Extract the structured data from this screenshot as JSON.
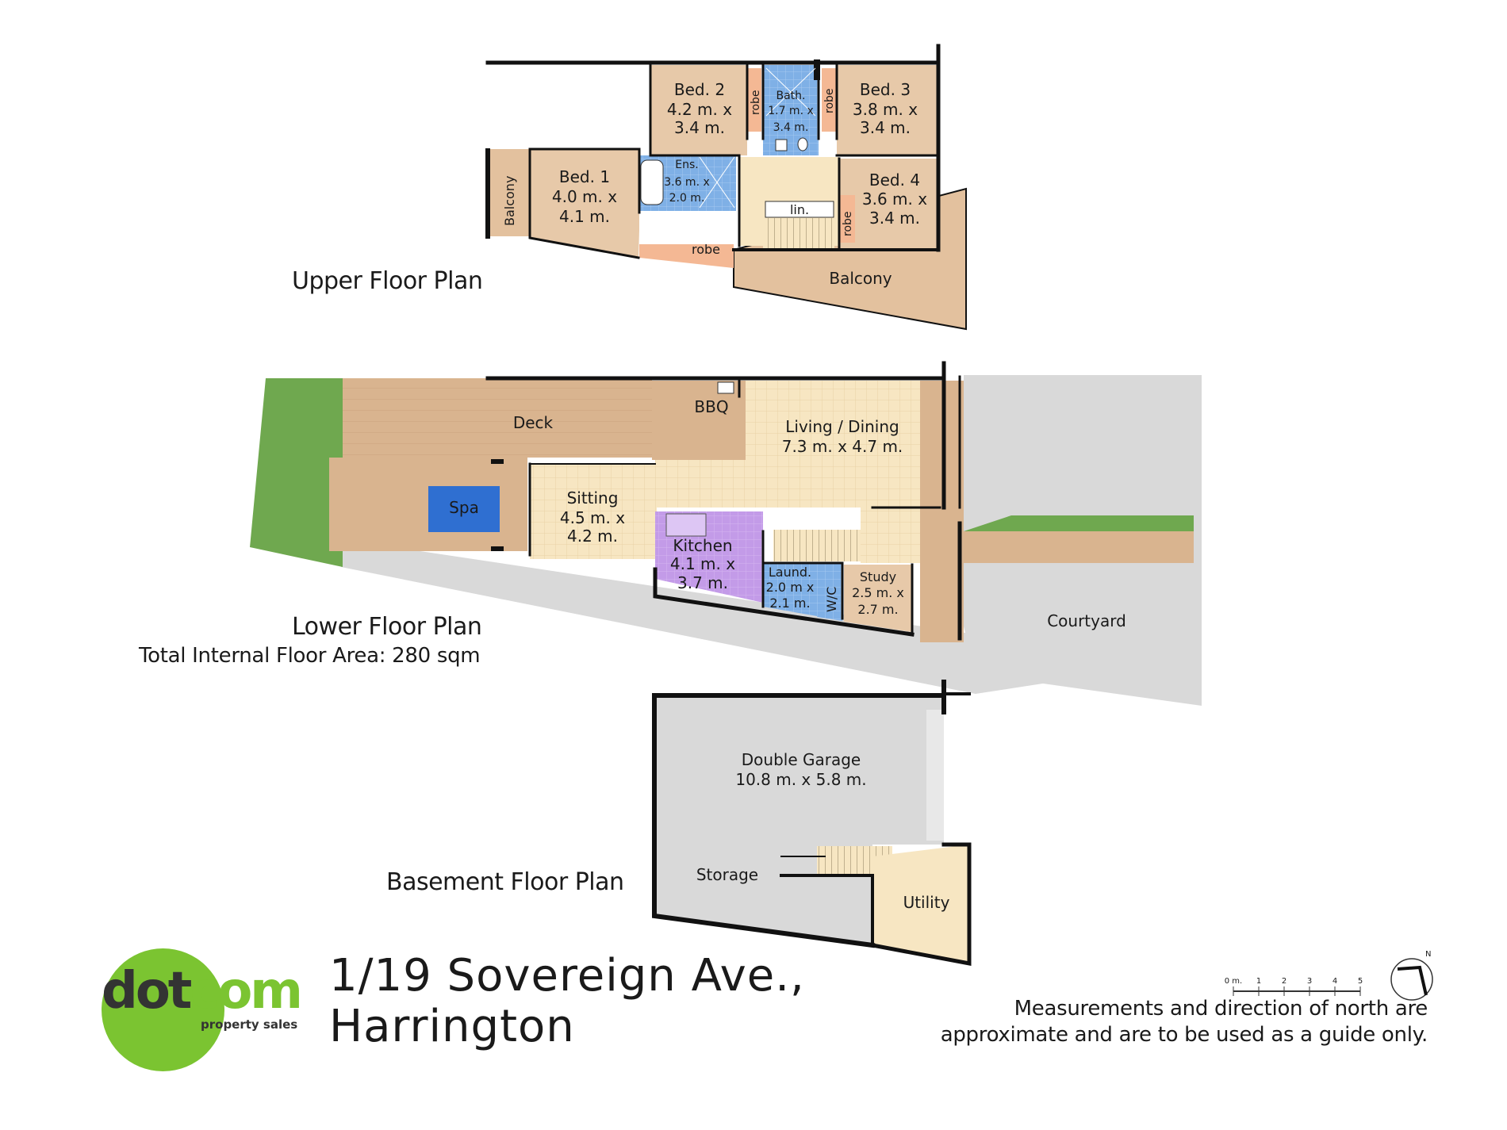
{
  "upper_floor": {
    "title": "Upper Floor Plan",
    "rooms": {
      "bed2": {
        "name": "Bed. 2",
        "dim1": "4.2 m. x",
        "dim2": "3.4 m."
      },
      "bath": {
        "name": "Bath.",
        "dim1": "1.7 m. x",
        "dim2": "3.4 m."
      },
      "bed3": {
        "name": "Bed. 3",
        "dim1": "3.8 m. x",
        "dim2": "3.4 m."
      },
      "bed1": {
        "name": "Bed. 1",
        "dim1": "4.0 m. x",
        "dim2": "4.1 m."
      },
      "ens": {
        "name": "Ens.",
        "dim1": "3.6 m. x",
        "dim2": "2.0 m."
      },
      "bed4": {
        "name": "Bed. 4",
        "dim1": "3.6 m. x",
        "dim2": "3.4 m."
      },
      "balcony_west": "Balcony",
      "balcony_east": "Balcony",
      "robe_bed2": "robe",
      "robe_bed3": "robe",
      "robe_bed1": "robe",
      "robe_bed4": "robe",
      "linen": "lin."
    }
  },
  "lower_floor": {
    "title": "Lower Floor Plan",
    "area_label": "Total Internal Floor Area: 280 sqm",
    "rooms": {
      "deck": "Deck",
      "bbq": "BBQ",
      "living": {
        "name": "Living / Dining",
        "dim": "7.3 m. x 4.7 m."
      },
      "spa": "Spa",
      "sitting": {
        "name": "Sitting",
        "dim1": "4.5 m. x",
        "dim2": "4.2 m."
      },
      "kitchen": {
        "name": "Kitchen",
        "dim1": "4.1 m. x",
        "dim2": "3.7 m."
      },
      "laundry": {
        "name": "Laund.",
        "dim1": "2.0 m x",
        "dim2": "2.1 m."
      },
      "wc": "W/C",
      "study": {
        "name": "Study",
        "dim1": "2.5 m. x",
        "dim2": "2.7 m."
      },
      "courtyard": "Courtyard"
    }
  },
  "basement_floor": {
    "title": "Basement Floor Plan",
    "rooms": {
      "garage": {
        "name": "Double Garage",
        "dim": "10.8 m. x 5.8 m."
      },
      "storage": "Storage",
      "utility": "Utility"
    }
  },
  "address": {
    "line1": "1/19 Sovereign Ave.,",
    "line2": "Harrington"
  },
  "logo": {
    "word_dark": "dot",
    "word_green": "com",
    "tagline": "property sales"
  },
  "scale_bar": {
    "ticks": [
      "0 m.",
      "1",
      "2",
      "3",
      "4",
      "5"
    ]
  },
  "north_arrow": {
    "label": "N"
  },
  "disclaimer": {
    "line1": "Measurements and direction of north are",
    "line2": "approximate and are to be used as a guide only."
  },
  "colors": {
    "wall": "#111111",
    "room_tan": "#e7c9a9",
    "deck": "#d9b48f",
    "light_floor": "#f7e6c2",
    "wet_area_blue": "#7fb0e6",
    "kitchen_purple": "#c39be8",
    "spa_blue": "#2f6fd1",
    "grass": "#6fa84f",
    "paving_grey": "#d9d9d9",
    "logo_green": "#7bc431"
  }
}
